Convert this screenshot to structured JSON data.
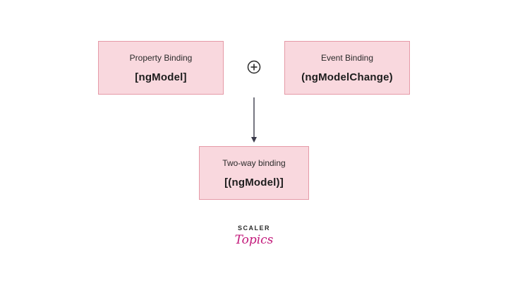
{
  "boxes": {
    "property": {
      "label": "Property Binding",
      "code": "[ngModel]"
    },
    "event": {
      "label": "Event Binding",
      "code": "(ngModelChange)"
    },
    "twoway": {
      "label": "Two-way binding",
      "code": "[(ngModel)]"
    }
  },
  "operator": "+",
  "logo": {
    "line1": "SCALER",
    "line2": "Topics"
  },
  "colors": {
    "box_fill": "#f9d8de",
    "box_border": "#e59aa7",
    "logo_accent": "#c2187a",
    "arrow": "#3a3a4a"
  }
}
